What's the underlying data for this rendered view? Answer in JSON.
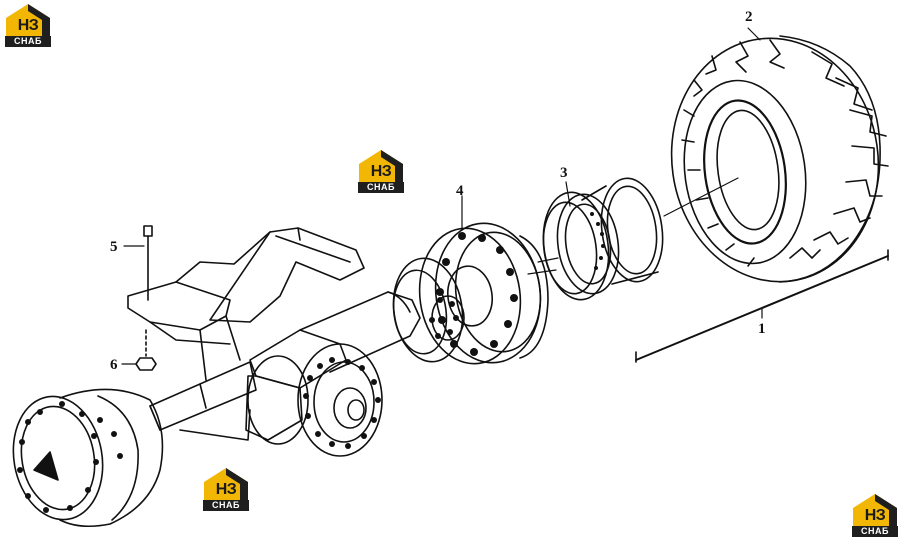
{
  "diagram": {
    "callouts": [
      {
        "id": "1",
        "label": "1"
      },
      {
        "id": "2",
        "label": "2"
      },
      {
        "id": "3",
        "label": "3"
      },
      {
        "id": "4",
        "label": "4"
      },
      {
        "id": "5",
        "label": "5"
      },
      {
        "id": "6",
        "label": "6"
      }
    ]
  },
  "watermark": {
    "logo_main": "НЗ",
    "logo_sub": "СНАБ",
    "colors": {
      "accent": "#f2b705",
      "dark": "#1f1f1f"
    }
  }
}
